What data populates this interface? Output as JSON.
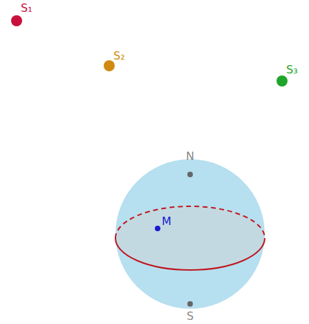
{
  "diagram": {
    "labels": [
      "S₁",
      "S₂",
      "S₃",
      "N",
      "M",
      "S"
    ]
  }
}
